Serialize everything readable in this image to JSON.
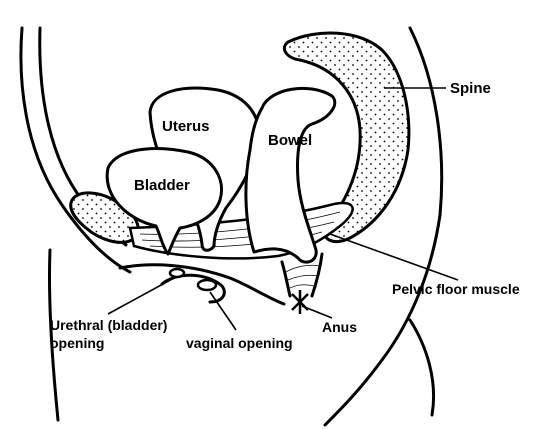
{
  "labels": {
    "uterus": "Uterus",
    "bowel": "Bowel",
    "bladder": "Bladder",
    "spine": "Spine",
    "pelvic_floor_muscle": "Pelvic floor muscle",
    "anus": "Anus",
    "urethral_line1": "Urethral (bladder)",
    "urethral_line2": "opening",
    "vaginal_opening": "vaginal opening"
  }
}
